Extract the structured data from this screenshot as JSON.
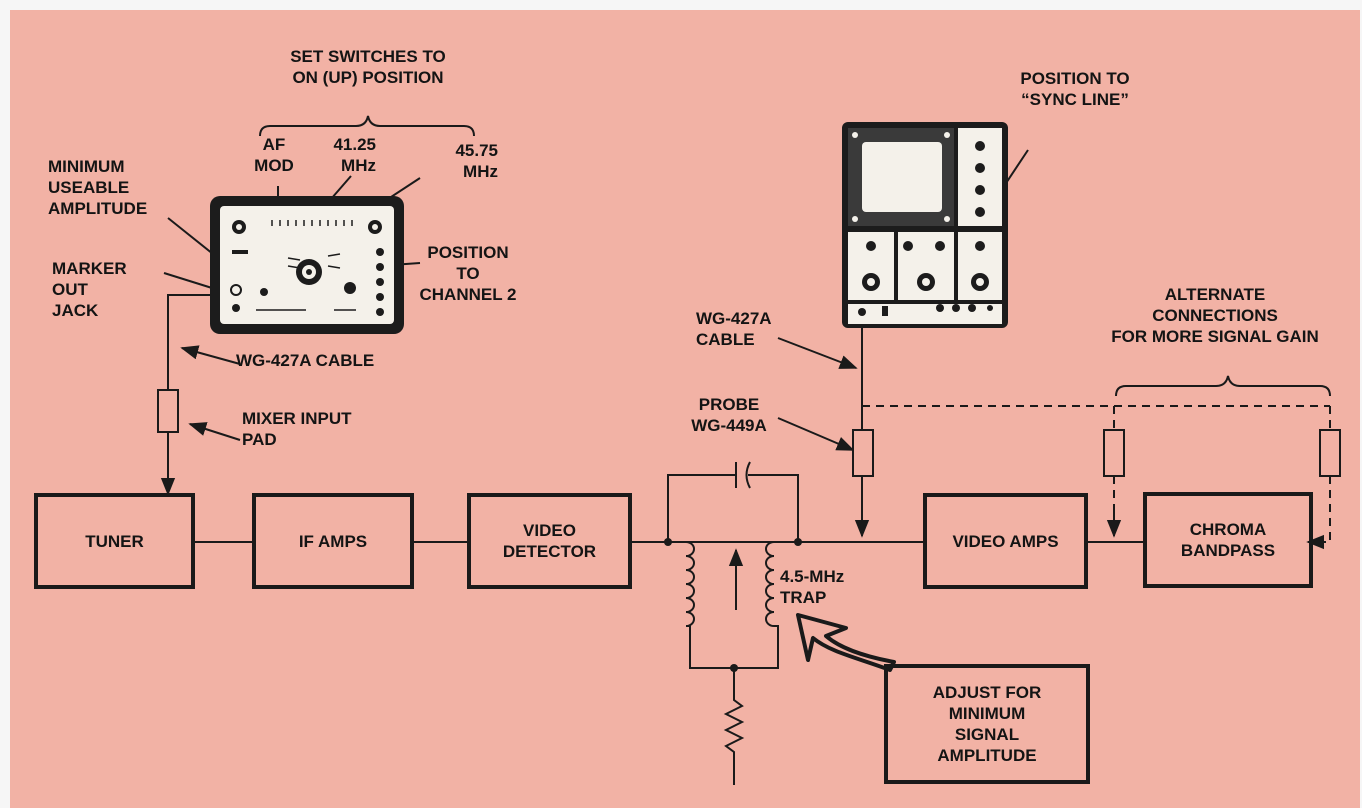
{
  "blocks": {
    "tuner": "TUNER",
    "if_amps": "IF AMPS",
    "video_detector": "VIDEO\nDETECTOR",
    "video_amps": "VIDEO AMPS",
    "chroma_bandpass": "CHROMA\nBANDPASS"
  },
  "labels": {
    "set_switches": "SET SWITCHES TO\nON (UP) POSITION",
    "af_mod": "AF\nMOD",
    "mhz_4125": "41.25\nMHz",
    "mhz_4575": "45.75\nMHz",
    "minimum_useable": "MINIMUM\nUSEABLE\nAMPLITUDE",
    "marker_out": "MARKER\nOUT\nJACK",
    "position_channel": "POSITION\nTO\nCHANNEL 2",
    "cable_left": "WG-427A CABLE",
    "mixer_pad": "MIXER INPUT\nPAD",
    "sync_line": "POSITION TO\n“SYNC LINE”",
    "cable_right": "WG-427A\nCABLE",
    "probe": "PROBE\nWG-449A",
    "alternate": "ALTERNATE\nCONNECTIONS\nFOR MORE SIGNAL GAIN",
    "trap": "4.5-MHz\nTRAP",
    "adjust": "ADJUST FOR\nMINIMUM\nSIGNAL\nAMPLITUDE"
  },
  "colors": {
    "background": "#f2b2a5",
    "ink": "#1a1a1a",
    "instrument_panel": "#f4f1ea",
    "instrument_case": "#1c1c1c"
  }
}
